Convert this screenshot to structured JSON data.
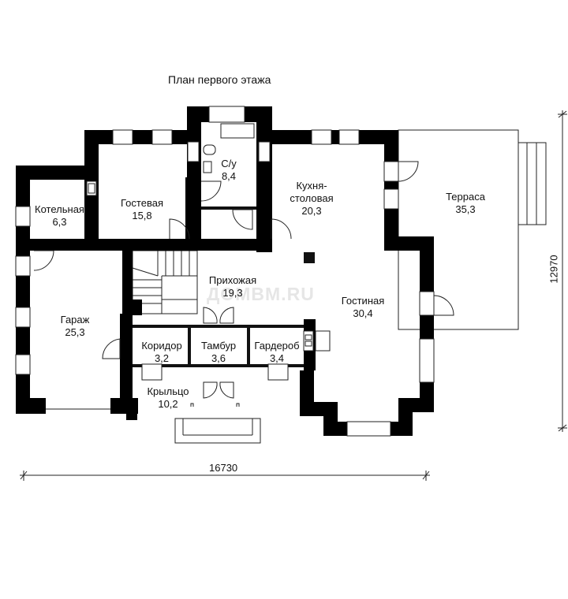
{
  "title": "План первого этажа",
  "watermark": "ДОМВМ.RU",
  "dimensions": {
    "width": "16730",
    "height": "12970"
  },
  "rooms": {
    "kotelnaya": {
      "name": "Котельная",
      "area": "6,3"
    },
    "gostevaya": {
      "name": "Гостевая",
      "area": "15,8"
    },
    "su": {
      "name": "С/у",
      "area": "8,4"
    },
    "kuhnya": {
      "name": "Кухня-",
      "name2": "столовая",
      "area": "20,3"
    },
    "terrasa": {
      "name": "Терраса",
      "area": "35,3"
    },
    "prihozhaya": {
      "name": "Прихожая",
      "area": "19,3"
    },
    "garazh": {
      "name": "Гараж",
      "area": "25,3"
    },
    "gostinaya": {
      "name": "Гостиная",
      "area": "30,4"
    },
    "koridor": {
      "name": "Коридор",
      "area": "3,2"
    },
    "tambur": {
      "name": "Тамбур",
      "area": "3,6"
    },
    "garderob": {
      "name": "Гардероб",
      "area": "3,4"
    },
    "krylco": {
      "name": "Крыльцо",
      "area": "10,2"
    }
  },
  "colors": {
    "wall": "#000000",
    "line": "#222222",
    "background": "#ffffff"
  }
}
